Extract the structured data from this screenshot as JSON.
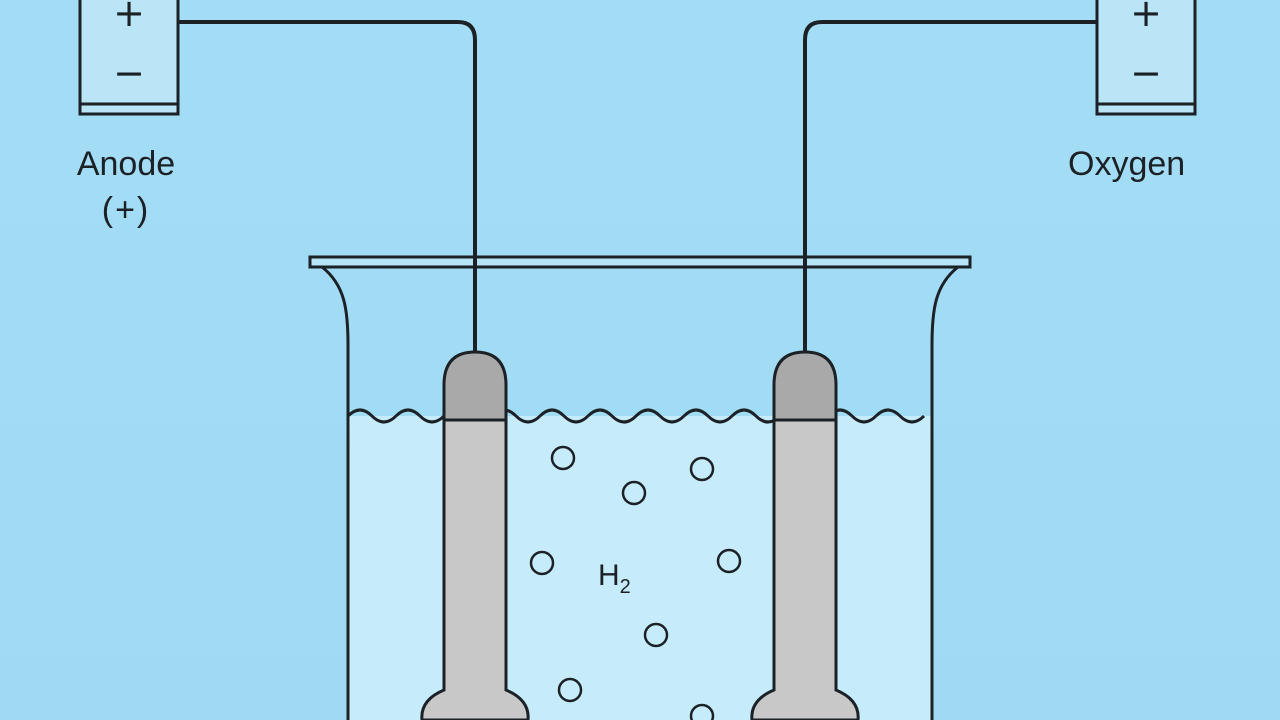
{
  "labels": {
    "left_electrode": "Anode",
    "left_sign": "(+)",
    "right_label": "Oxygen",
    "gas": "H",
    "gas_subscript": "2"
  },
  "batteries": {
    "left": {
      "plus": "+",
      "minus": "−"
    },
    "right": {
      "plus": "+",
      "minus": "−"
    }
  },
  "colors": {
    "background": "#a3dcf5",
    "liquid": "#c6ecfb",
    "electrode": "#c8c8c8",
    "electrode_cap": "#a9a9a9",
    "outline": "#1c2126"
  },
  "icons": {
    "battery": "battery-icon",
    "bubble": "gas-bubble-icon",
    "beaker": "beaker-icon",
    "electrode": "electrode-rod-icon"
  }
}
